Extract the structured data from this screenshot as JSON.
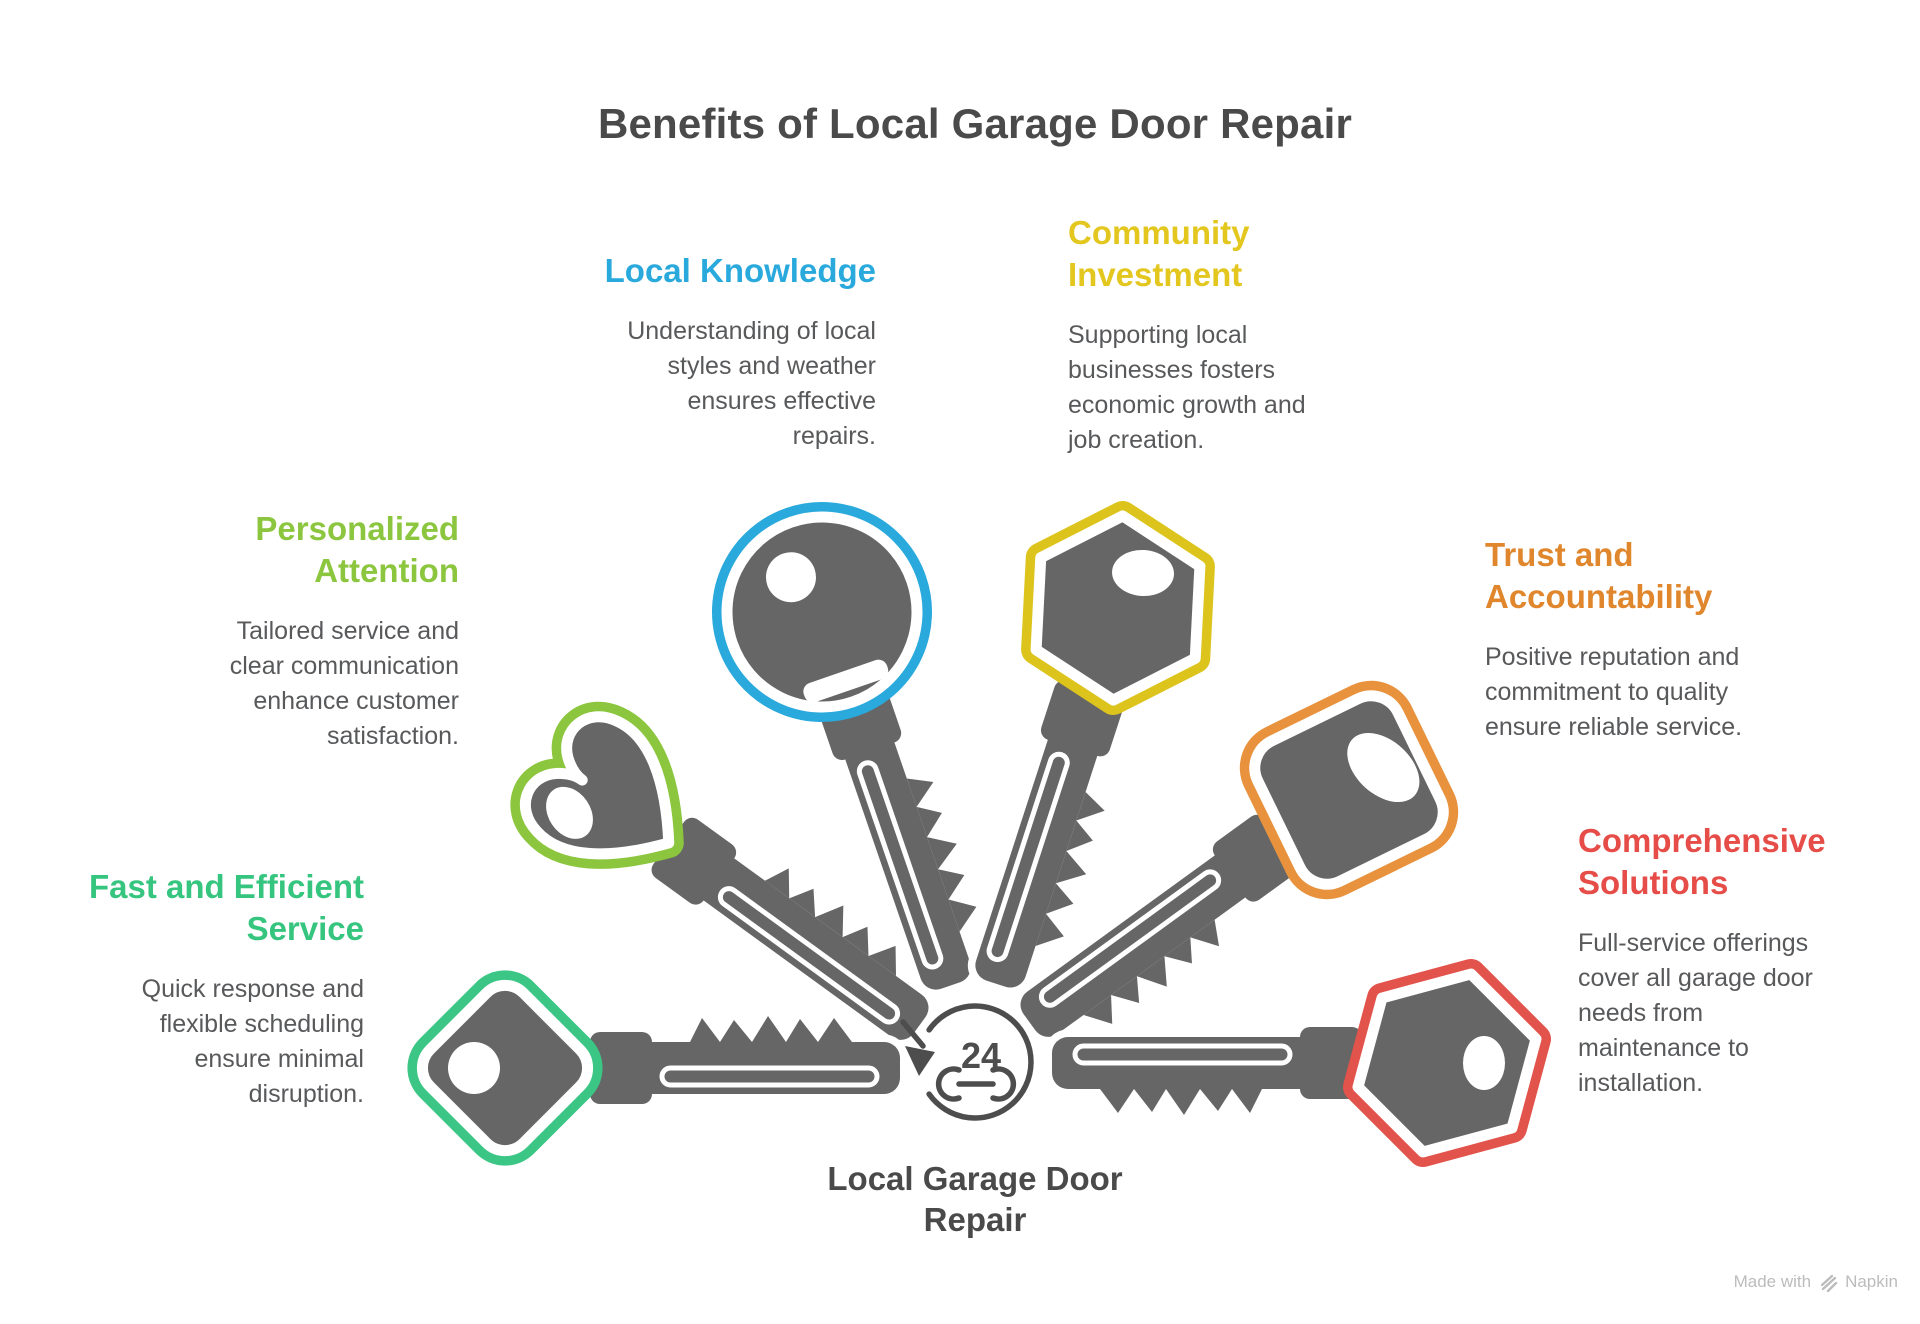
{
  "title": "Benefits of Local Garage Door Repair",
  "benefits": [
    {
      "id": "local-knowledge",
      "label": "Local Knowledge",
      "description": "Understanding of local\nstyles and weather\nensures effective\nrepairs.",
      "color": "#29a9dc"
    },
    {
      "id": "community-investment",
      "label": "Community\nInvestment",
      "description": "Supporting local\nbusinesses fosters\neconomic growth and\njob creation.",
      "color": "#e3c71f"
    },
    {
      "id": "personalized-attention",
      "label": "Personalized\nAttention",
      "description": "Tailored service and\nclear communication\nenhance customer\nsatisfaction.",
      "color": "#8cc63f"
    },
    {
      "id": "trust-and-accountability",
      "label": "Trust and\nAccountability",
      "description": "Positive reputation and\ncommitment to quality\nensure reliable service.",
      "color": "#e0862c"
    },
    {
      "id": "fast-and-efficient-service",
      "label": "Fast and Efficient\nService",
      "description": "Quick response and\nflexible scheduling\nensure minimal\ndisruption.",
      "color": "#35c57f"
    },
    {
      "id": "comprehensive-solutions",
      "label": "Comprehensive\nSolutions",
      "description": "Full-service offerings\ncover all garage door\nneeds from\nmaintenance to\ninstallation.",
      "color": "#e64c48"
    }
  ],
  "keys": [
    {
      "id": "personalized-attention-key",
      "shape": "heart",
      "color": "#8cc63f"
    },
    {
      "id": "trust-and-accountability-key",
      "shape": "rounded-square",
      "color": "#e8923d"
    },
    {
      "id": "local-knowledge-key",
      "shape": "round",
      "color": "#29a9dc"
    },
    {
      "id": "community-investment-key",
      "shape": "hexagon",
      "color": "#ddc41d"
    },
    {
      "id": "fast-and-efficient-service-key",
      "shape": "diamond",
      "color": "#3cc685"
    },
    {
      "id": "comprehensive-solutions-key",
      "shape": "hexagon",
      "color": "#e2534b"
    }
  ],
  "key_body_color": "#666666",
  "center": {
    "badge": "24",
    "label": "Local Garage Door\nRepair"
  },
  "footer": {
    "prefix": "Made with",
    "brand": "Napkin"
  }
}
